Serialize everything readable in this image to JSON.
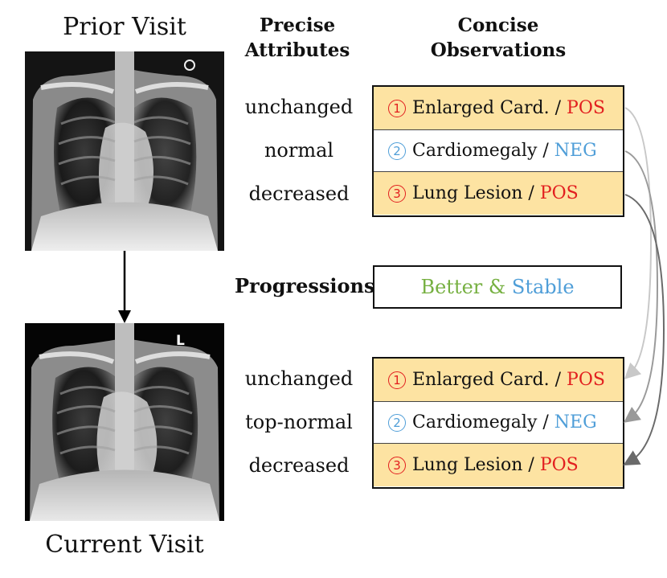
{
  "prior_visit_title": "Prior Visit",
  "current_visit_title": "Current Visit",
  "prior_xray_marker": "",
  "current_xray_marker": "L",
  "column_headers": {
    "precise_attributes": [
      "Precise",
      "Attributes"
    ],
    "concise_observations": [
      "Concise",
      "Observations"
    ]
  },
  "prior": {
    "attributes": [
      "unchanged",
      "normal",
      "decreased"
    ],
    "observations": [
      {
        "num": "1",
        "label": "Enlarged Card.",
        "sep": " / ",
        "status": "POS"
      },
      {
        "num": "2",
        "label": "Cardiomegaly",
        "sep": " / ",
        "status": "NEG"
      },
      {
        "num": "3",
        "label": "Lung Lesion",
        "sep": " / ",
        "status": "POS"
      }
    ]
  },
  "progressions": {
    "label": "Progressions",
    "better": "Better",
    "amp": " & ",
    "stable": "Stable"
  },
  "current": {
    "attributes": [
      "unchanged",
      "top-normal",
      "decreased"
    ],
    "observations": [
      {
        "num": "1",
        "label": "Enlarged Card.",
        "sep": " / ",
        "status": "POS"
      },
      {
        "num": "2",
        "label": "Cardiomegaly",
        "sep": " / ",
        "status": "NEG"
      },
      {
        "num": "3",
        "label": "Lung Lesion",
        "sep": " / ",
        "status": "POS"
      }
    ]
  },
  "colors": {
    "pos_fill": "#fde3a2",
    "pos_text": "#e21f1f",
    "neg_text": "#4f9ed8",
    "better_text": "#76b041",
    "arrow_1": "#c8c8c8",
    "arrow_2": "#9a9a9a",
    "arrow_3": "#6a6a6a"
  }
}
